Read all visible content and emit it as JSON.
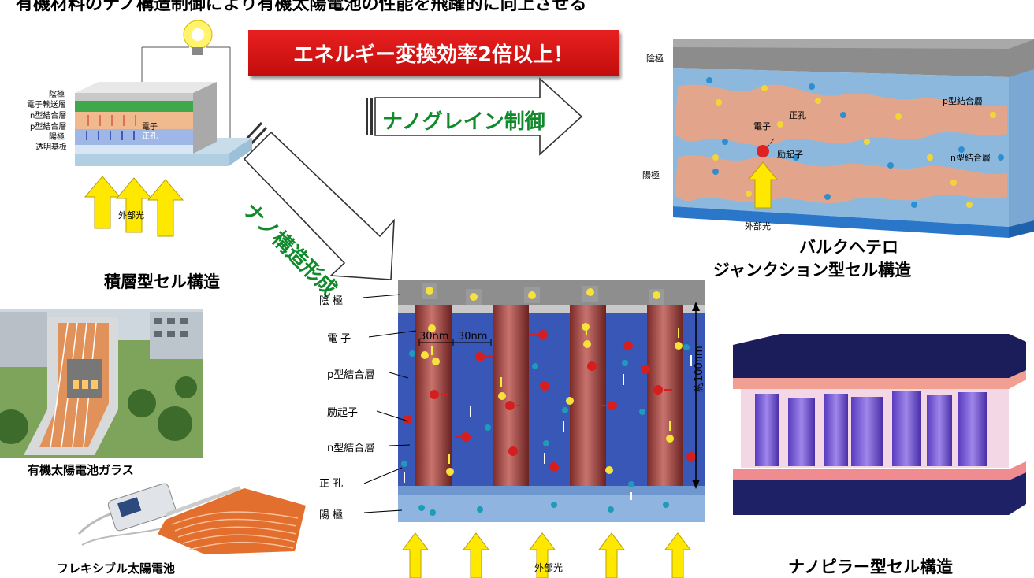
{
  "headline": "有機材料のナノ構造制御により有機太陽電池の性能を飛躍的に向上させる",
  "banner": "エネルギー変換効率2倍以上！",
  "arrows": {
    "nanograin": "ナノグレイン制御",
    "nanostructure": "ナノ構造形成"
  },
  "stacked_cell": {
    "caption": "積層型セル構造",
    "layers": [
      "陰極",
      "電子輸送層",
      "n型結合層",
      "p型結合層",
      "陽極",
      "透明基板"
    ],
    "electron": "電子",
    "hole": "正孔",
    "light": "外部光"
  },
  "bulk_cell": {
    "caption_line1": "バルクヘテロ",
    "caption_line2": "ジャンクション型セル構造",
    "cathode": "陰極",
    "anode": "陽極",
    "p_layer": "p型結合層",
    "n_layer": "n型結合層",
    "electron": "電子",
    "hole": "正孔",
    "exciton": "励起子",
    "light": "外部光"
  },
  "nanopillar": {
    "labels": [
      "陰 極",
      "電 子",
      "p型結合層",
      "励起子",
      "n型結合層",
      "正 孔",
      "陽 極"
    ],
    "width1": "30nm",
    "width2": "30nm",
    "height": "約100nm",
    "light": "外部光"
  },
  "photos": {
    "glass_caption": "有機太陽電池ガラス",
    "flex_caption": "フレキシブル太陽電池"
  },
  "pillar_caption": "ナノピラー型セル構造",
  "colors": {
    "banner_red": "#d41414",
    "arrow_text_green": "#118a2c",
    "p_layer_blue": "#3857b7",
    "pillar_red": "#9c3a37",
    "cathode_gray": "#8e8e8e",
    "anode_lightblue": "#8fb4df",
    "light_yellow": "#ffe800"
  }
}
